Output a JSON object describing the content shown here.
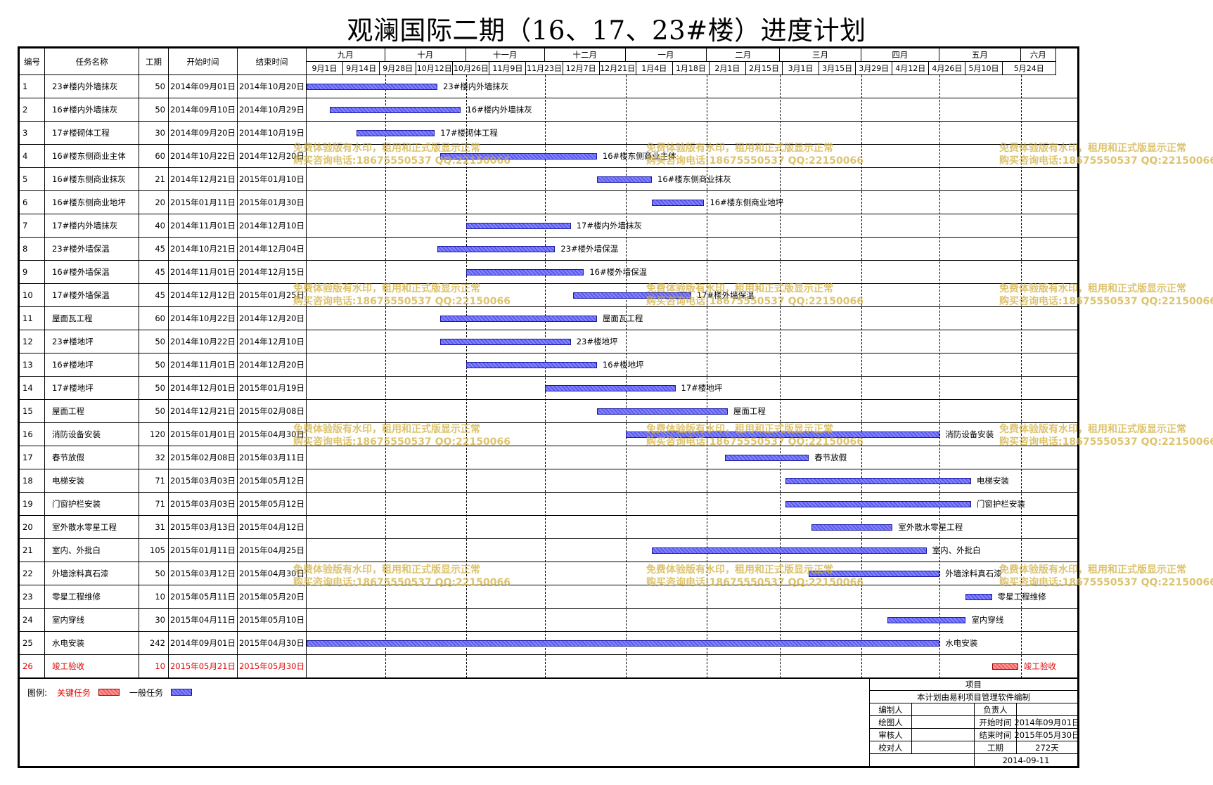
{
  "title": "观澜国际二期（16、17、23#楼）进度计划",
  "columns": {
    "id": "编号",
    "name": "任务名称",
    "duration": "工期",
    "start": "开始时间",
    "end": "结束时间"
  },
  "months": [
    "九月",
    "十月",
    "十一月",
    "十二月",
    "一月",
    "二月",
    "三月",
    "四月",
    "五月",
    "六月"
  ],
  "weeks": [
    "9月1日",
    "9月14日",
    "9月28日",
    "10月12日",
    "10月26日",
    "11月9日",
    "11月23日",
    "12月7日",
    "12月21日",
    "1月4日",
    "1月18日",
    "2月1日",
    "2月15日",
    "3月1日",
    "3月15日",
    "3月29日",
    "4月12日",
    "4月26日",
    "5月10日",
    "5月24日"
  ],
  "chart_data": {
    "type": "gantt",
    "title": "观澜国际二期（16、17、23#楼）进度计划",
    "x_range": [
      "2014-09-01",
      "2015-06-06"
    ],
    "grid": "dashed monthly lines",
    "series": [
      {
        "name": "关键任务",
        "color": "#f06060"
      },
      {
        "name": "一般任务",
        "color": "#5a5aef"
      }
    ],
    "tasks": [
      {
        "id": "1",
        "name": "23#楼内外墙抹灰",
        "duration": 50,
        "start": "2014年09月01日",
        "end": "2014年10月20日",
        "s": "2014-09-01",
        "e": "2014-10-20",
        "critical": false
      },
      {
        "id": "2",
        "name": "16#楼内外墙抹灰",
        "duration": 50,
        "start": "2014年09月10日",
        "end": "2014年10月29日",
        "s": "2014-09-10",
        "e": "2014-10-29",
        "critical": false
      },
      {
        "id": "3",
        "name": "17#楼砌体工程",
        "duration": 30,
        "start": "2014年09月20日",
        "end": "2014年10月19日",
        "s": "2014-09-20",
        "e": "2014-10-19",
        "critical": false
      },
      {
        "id": "4",
        "name": "16#楼东侧商业主体",
        "duration": 60,
        "start": "2014年10月22日",
        "end": "2014年12月20日",
        "s": "2014-10-22",
        "e": "2014-12-20",
        "critical": false
      },
      {
        "id": "5",
        "name": "16#楼东侧商业抹灰",
        "duration": 21,
        "start": "2014年12月21日",
        "end": "2015年01月10日",
        "s": "2014-12-21",
        "e": "2015-01-10",
        "critical": false
      },
      {
        "id": "6",
        "name": "16#楼东侧商业地坪",
        "duration": 20,
        "start": "2015年01月11日",
        "end": "2015年01月30日",
        "s": "2015-01-11",
        "e": "2015-01-30",
        "critical": false
      },
      {
        "id": "7",
        "name": "17#楼内外墙抹灰",
        "duration": 40,
        "start": "2014年11月01日",
        "end": "2014年12月10日",
        "s": "2014-11-01",
        "e": "2014-12-10",
        "critical": false
      },
      {
        "id": "8",
        "name": "23#楼外墙保温",
        "duration": 45,
        "start": "2014年10月21日",
        "end": "2014年12月04日",
        "s": "2014-10-21",
        "e": "2014-12-04",
        "critical": false
      },
      {
        "id": "9",
        "name": "16#楼外墙保温",
        "duration": 45,
        "start": "2014年11月01日",
        "end": "2014年12月15日",
        "s": "2014-11-01",
        "e": "2014-12-15",
        "critical": false
      },
      {
        "id": "10",
        "name": "17#楼外墙保温",
        "duration": 45,
        "start": "2014年12月12日",
        "end": "2015年01月25日",
        "s": "2014-12-12",
        "e": "2015-01-25",
        "critical": false
      },
      {
        "id": "11",
        "name": "屋面瓦工程",
        "duration": 60,
        "start": "2014年10月22日",
        "end": "2014年12月20日",
        "s": "2014-10-22",
        "e": "2014-12-20",
        "critical": false
      },
      {
        "id": "12",
        "name": "23#楼地坪",
        "duration": 50,
        "start": "2014年10月22日",
        "end": "2014年12月10日",
        "s": "2014-10-22",
        "e": "2014-12-10",
        "critical": false
      },
      {
        "id": "13",
        "name": "16#楼地坪",
        "duration": 50,
        "start": "2014年11月01日",
        "end": "2014年12月20日",
        "s": "2014-11-01",
        "e": "2014-12-20",
        "critical": false
      },
      {
        "id": "14",
        "name": "17#楼地坪",
        "duration": 50,
        "start": "2014年12月01日",
        "end": "2015年01月19日",
        "s": "2014-12-01",
        "e": "2015-01-19",
        "critical": false
      },
      {
        "id": "15",
        "name": "屋面工程",
        "duration": 50,
        "start": "2014年12月21日",
        "end": "2015年02月08日",
        "s": "2014-12-21",
        "e": "2015-02-08",
        "critical": false
      },
      {
        "id": "16",
        "name": "消防设备安装",
        "duration": 120,
        "start": "2015年01月01日",
        "end": "2015年04月30日",
        "s": "2015-01-01",
        "e": "2015-04-30",
        "critical": false
      },
      {
        "id": "17",
        "name": "春节放假",
        "duration": 32,
        "start": "2015年02月08日",
        "end": "2015年03月11日",
        "s": "2015-02-08",
        "e": "2015-03-11",
        "critical": false
      },
      {
        "id": "18",
        "name": "电梯安装",
        "duration": 71,
        "start": "2015年03月03日",
        "end": "2015年05月12日",
        "s": "2015-03-03",
        "e": "2015-05-12",
        "critical": false
      },
      {
        "id": "19",
        "name": "门窗护栏安装",
        "duration": 71,
        "start": "2015年03月03日",
        "end": "2015年05月12日",
        "s": "2015-03-03",
        "e": "2015-05-12",
        "critical": false
      },
      {
        "id": "20",
        "name": "室外散水零星工程",
        "duration": 31,
        "start": "2015年03月13日",
        "end": "2015年04月12日",
        "s": "2015-03-13",
        "e": "2015-04-12",
        "critical": false
      },
      {
        "id": "21",
        "name": "室内、外批白",
        "duration": 105,
        "start": "2015年01月11日",
        "end": "2015年04月25日",
        "s": "2015-01-11",
        "e": "2015-04-25",
        "critical": false
      },
      {
        "id": "22",
        "name": "外墙涂料真石漆",
        "duration": 50,
        "start": "2015年03月12日",
        "end": "2015年04月30日",
        "s": "2015-03-12",
        "e": "2015-04-30",
        "critical": false
      },
      {
        "id": "23",
        "name": "零星工程维修",
        "duration": 10,
        "start": "2015年05月11日",
        "end": "2015年05月20日",
        "s": "2015-05-11",
        "e": "2015-05-20",
        "critical": false
      },
      {
        "id": "24",
        "name": "室内穿线",
        "duration": 30,
        "start": "2015年04月11日",
        "end": "2015年05月10日",
        "s": "2015-04-11",
        "e": "2015-05-10",
        "critical": false
      },
      {
        "id": "25",
        "name": "水电安装",
        "duration": 242,
        "start": "2014年09月01日",
        "end": "2015年04月30日",
        "s": "2014-09-01",
        "e": "2015-04-30",
        "critical": false
      },
      {
        "id": "26",
        "name": "竣工验收",
        "duration": 10,
        "start": "2015年05月21日",
        "end": "2015年05月30日",
        "s": "2015-05-21",
        "e": "2015-05-30",
        "critical": true
      }
    ]
  },
  "legend": {
    "label": "图例:",
    "critical": "关键任务",
    "normal": "一般任务"
  },
  "watermark": {
    "line1": "免费体验版有水印，租用和正式版显示正常",
    "line2": "购买咨询电话:18675550537 QQ:22150066"
  },
  "title_block": {
    "header": "项目",
    "note": "本计划由易利项目管理软件编制",
    "compiler_label": "编制人",
    "drawer_label": "绘图人",
    "reviewer_label": "审核人",
    "proofreader_label": "校对人",
    "owner_label": "负责人",
    "start_label": "开始时间",
    "end_label": "结束时间",
    "duration_label": "工期",
    "start_value": "2014年09月01日",
    "end_value": "2015年05月30日",
    "duration_value": "272天",
    "date": "2014-09-11"
  }
}
